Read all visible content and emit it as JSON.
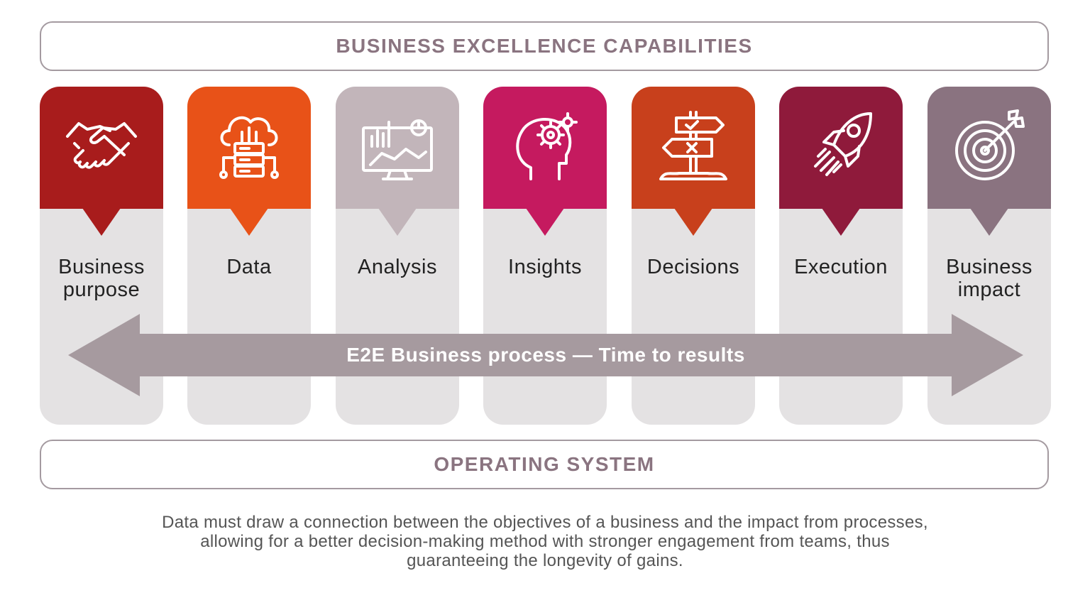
{
  "top_banner": {
    "title": "BUSINESS EXCELLENCE CAPABILITIES"
  },
  "cards": [
    {
      "label": "Business purpose",
      "color": "#a81c1c",
      "icon": "handshake-icon"
    },
    {
      "label": "Data",
      "color": "#e85218",
      "icon": "cloud-database-icon"
    },
    {
      "label": "Analysis",
      "color": "#c2b5ba",
      "icon": "analytics-monitor-icon"
    },
    {
      "label": "Insights",
      "color": "#c51a5f",
      "icon": "head-gears-icon"
    },
    {
      "label": "Decisions",
      "color": "#c8401c",
      "icon": "signpost-icon"
    },
    {
      "label": "Execution",
      "color": "#8f1a3b",
      "icon": "rocket-icon"
    },
    {
      "label": "Business impact",
      "color": "#8a7380",
      "icon": "target-icon"
    }
  ],
  "arrow": {
    "label": "E2E Business process — Time to results",
    "color": "#a69a9f"
  },
  "bottom_banner": {
    "title": "OPERATING SYSTEM"
  },
  "caption": "Data must draw a connection between the objectives of a business and the impact from processes, allowing for a better decision-making method with stronger engagement from teams, thus guaranteeing the longevity of gains."
}
